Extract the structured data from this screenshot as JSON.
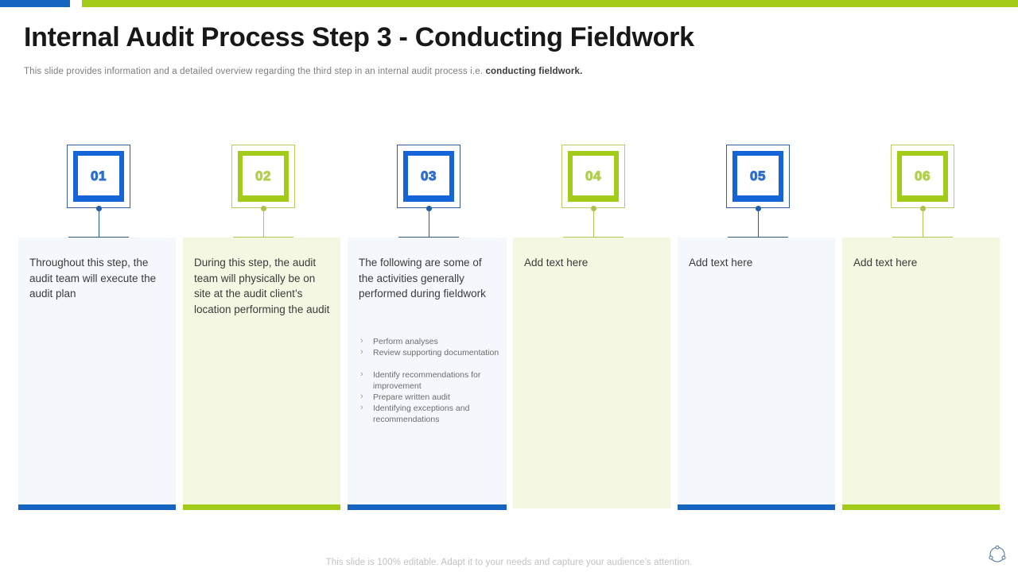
{
  "topbar": {
    "blue": "#1565c0",
    "green": "#a2cc19"
  },
  "header": {
    "title": "Internal Audit Process Step 3 - Conducting Fieldwork",
    "subtitle_plain": "This slide provides  information and a detailed overview  regarding the third step in an internal audit process i.e. ",
    "subtitle_bold": "conducting fieldwork."
  },
  "theme": {
    "blue": "#1565c0",
    "green": "#a2cc19",
    "card_blue_bg": "#f4f8fd",
    "card_green_bg": "#f4f8e2"
  },
  "steps": [
    {
      "number": "01",
      "color": "blue",
      "heading": "Throughout  this step, the audit team will execute the audit plan",
      "bullets": []
    },
    {
      "number": "02",
      "color": "green",
      "heading": "During this step, the audit team will physically be on site at the audit client’s location performing the audit",
      "bullets": []
    },
    {
      "number": "03",
      "color": "blue",
      "heading": "The following are some of the activities generally performed during fieldwork",
      "bullets": [
        "Perform analyses",
        "Review supporting documentation",
        "Identify recommendations for improvement",
        "Prepare written audit",
        "Identifying exceptions and recommendations"
      ]
    },
    {
      "number": "04",
      "color": "green",
      "heading": "Add text here",
      "bullets": []
    },
    {
      "number": "05",
      "color": "blue",
      "heading": "Add text here",
      "bullets": []
    },
    {
      "number": "06",
      "color": "green",
      "heading": "Add text here",
      "bullets": []
    }
  ],
  "bullet_marker": "›",
  "footer": {
    "text": "This slide is 100% editable. Adapt it to your needs and capture your audience’s attention."
  },
  "corner_icon": "circular-nodes-icon"
}
